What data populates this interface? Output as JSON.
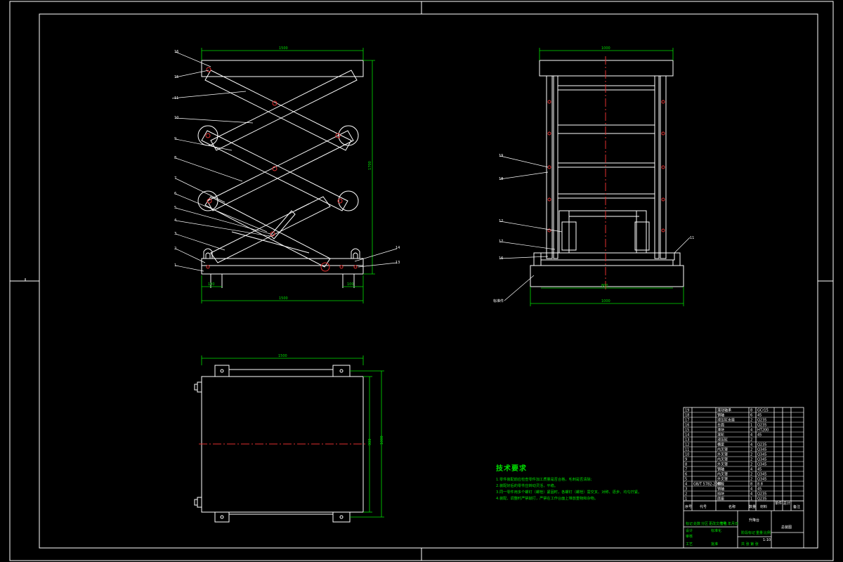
{
  "colors": {
    "background": "#000000",
    "lines": "#ffffff",
    "dimensions": "#00e000",
    "centerline": "#e03030",
    "joints": "#e03030"
  },
  "front_view": {
    "part_labels": [
      "16",
      "15",
      "11",
      "10",
      "9",
      "8",
      "7",
      "6",
      "5",
      "4",
      "3",
      "2",
      "1"
    ],
    "right_labels": [
      "14",
      "13"
    ],
    "dims": {
      "top_width": "1500",
      "height": "1700",
      "bottom_width": "1500",
      "left_foot": "100",
      "right_foot": "100"
    }
  },
  "side_view": {
    "labels": [
      "19",
      "18",
      "12",
      "17",
      "16"
    ],
    "right_label": "11",
    "bottom_left_label": "标准件",
    "dims": {
      "top_width": "1000",
      "inner_width": "800",
      "bottom_width": "1000"
    }
  },
  "plan_view": {
    "dims": {
      "top": "1500",
      "right_outer": "1000",
      "right_inner": "900"
    }
  },
  "tech_requirements": {
    "title": "技术要求",
    "lines": [
      "1.零件装配前应检查零件加工质量是否合格，毛刺是否清除;",
      "2.装配好后的零件应转动灵活，平稳。",
      "3.同一零件用多个螺钉（螺栓）紧固时，各螺钉（螺栓）需交叉、对称、逐步、均匀拧紧。",
      "4.装配、调整时严禁敲打，严禁在工作台面上堆放重物和杂物。"
    ]
  },
  "title_block": {
    "bom_rows": [
      {
        "no": "19",
        "code": "",
        "name": "滚动轴承",
        "qty": "8",
        "mat": "GCr15"
      },
      {
        "no": "18",
        "code": "",
        "name": "销轴",
        "qty": "6",
        "mat": "45"
      },
      {
        "no": "17",
        "code": "",
        "name": "液压缸支座",
        "qty": "2",
        "mat": "Q235"
      },
      {
        "no": "16",
        "code": "",
        "name": "台面",
        "qty": "1",
        "mat": "Q235"
      },
      {
        "no": "15",
        "code": "",
        "name": "滑块",
        "qty": "4",
        "mat": "HT200"
      },
      {
        "no": "14",
        "code": "",
        "name": "滚轮",
        "qty": "4",
        "mat": "45"
      },
      {
        "no": "13",
        "code": "",
        "name": "液压缸",
        "qty": "2",
        "mat": ""
      },
      {
        "no": "12",
        "code": "",
        "name": "横梁",
        "qty": "4",
        "mat": "Q235"
      },
      {
        "no": "11",
        "code": "",
        "name": "内叉臂",
        "qty": "2",
        "mat": "Q345"
      },
      {
        "no": "10",
        "code": "",
        "name": "外叉臂",
        "qty": "2",
        "mat": "Q345"
      },
      {
        "no": "9",
        "code": "",
        "name": "内叉臂",
        "qty": "2",
        "mat": "Q345"
      },
      {
        "no": "8",
        "code": "",
        "name": "外叉臂",
        "qty": "2",
        "mat": "Q345"
      },
      {
        "no": "7",
        "code": "",
        "name": "销轴",
        "qty": "4",
        "mat": "45"
      },
      {
        "no": "6",
        "code": "",
        "name": "内叉臂",
        "qty": "2",
        "mat": "Q345"
      },
      {
        "no": "5",
        "code": "",
        "name": "外叉臂",
        "qty": "2",
        "mat": "Q345"
      },
      {
        "no": "4",
        "code": "GB/T 5782-2000",
        "name": "螺栓",
        "qty": "8",
        "mat": "8.8"
      },
      {
        "no": "3",
        "code": "",
        "name": "销轴",
        "qty": "4",
        "mat": "45"
      },
      {
        "no": "2",
        "code": "",
        "name": "挡块",
        "qty": "4",
        "mat": "Q235"
      },
      {
        "no": "1",
        "code": "",
        "name": "底座",
        "qty": "1",
        "mat": "Q235"
      }
    ],
    "header": {
      "no": "序号",
      "code": "代号",
      "name": "名称",
      "qty": "数量",
      "mat": "材料",
      "single": "单件",
      "total": "总计",
      "weight": "重量",
      "note": "备注"
    },
    "assembly_name": "升降台",
    "drawing_title": "总装图",
    "stage_label": "阶段标记",
    "weight_label": "重量",
    "scale_label": "比例",
    "scale_value": "1:10",
    "sheet_label": "共 张 第 张",
    "design": "设计",
    "check": "审核",
    "process": "工艺",
    "approve": "批准",
    "standard": "标准化",
    "revision_cols": [
      "标记",
      "处数",
      "分区",
      "更改文件号",
      "签名",
      "年月日"
    ]
  }
}
